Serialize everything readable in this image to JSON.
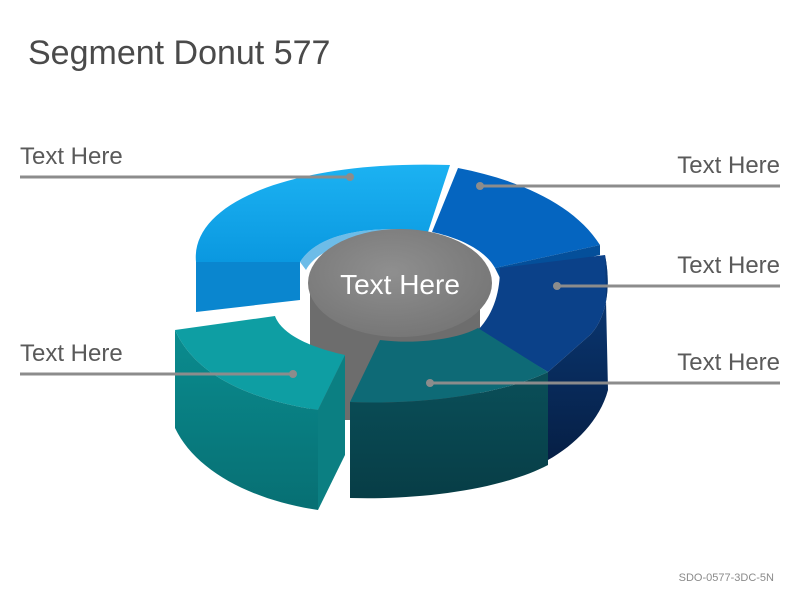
{
  "title": "Segment Donut 577",
  "center_label": "Text Here",
  "labels": {
    "top_left": "Text Here",
    "top_right": "Text Here",
    "mid_right": "Text Here",
    "bottom_left": "Text Here",
    "bottom_right": "Text Here"
  },
  "slide_code": "SDO-0577-3DC-5N",
  "colors": {
    "segment_light_blue": "#0ea5e9",
    "segment_blue": "#0565c0",
    "segment_navy": "#0b3e82",
    "segment_dark_teal": "#0e5f6b",
    "segment_teal": "#0e9ea0",
    "center": "#7f7f7f",
    "leader_line": "#8c8c8c"
  }
}
